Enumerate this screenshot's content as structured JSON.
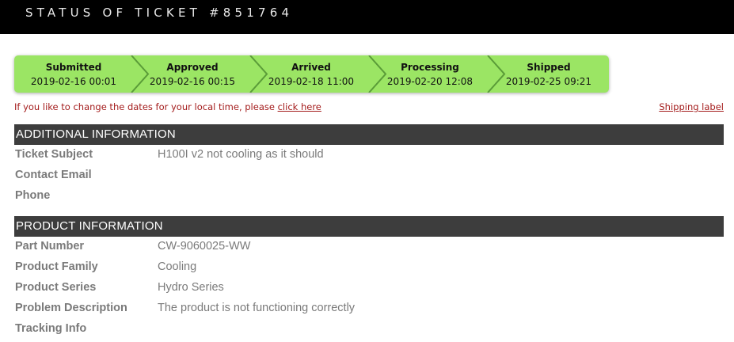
{
  "header": {
    "title": "STATUS OF TICKET #851764"
  },
  "progress": {
    "steps": [
      {
        "label": "Submitted",
        "date": "2019-02-16 00:01"
      },
      {
        "label": "Approved",
        "date": "2019-02-16 00:15"
      },
      {
        "label": "Arrived",
        "date": "2019-02-18 11:00"
      },
      {
        "label": "Processing",
        "date": "2019-02-20 12:08"
      },
      {
        "label": "Shipped",
        "date": "2019-02-25 09:21"
      }
    ],
    "color": "#9be564"
  },
  "notice": {
    "text": "If you like to change the dates for your local time, please ",
    "link_label": "click here"
  },
  "shipping_label_link": "Shipping label",
  "additional_info": {
    "title": "ADDITIONAL INFORMATION",
    "rows": [
      {
        "label": "Ticket Subject",
        "value": "H100I v2 not cooling as it should"
      },
      {
        "label": "Contact Email",
        "value": ""
      },
      {
        "label": "Phone",
        "value": ""
      }
    ]
  },
  "product_info": {
    "title": "PRODUCT INFORMATION",
    "rows": [
      {
        "label": "Part Number",
        "value": "CW-9060025-WW"
      },
      {
        "label": "Product Family",
        "value": "Cooling"
      },
      {
        "label": "Product Series",
        "value": "Hydro Series"
      },
      {
        "label": "Problem Description",
        "value": "The product is not functioning correctly"
      },
      {
        "label": "Tracking Info",
        "value": ""
      }
    ]
  }
}
